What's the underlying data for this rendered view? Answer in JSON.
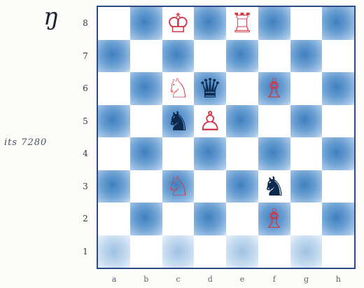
{
  "corner_mark": "ŋ",
  "side_note": "its 7280",
  "rank_labels": [
    "8",
    "7",
    "6",
    "5",
    "4",
    "3",
    "2",
    "1"
  ],
  "file_labels": [
    "a",
    "b",
    "c",
    "d",
    "e",
    "f",
    "g",
    "h"
  ],
  "pieces": [
    {
      "square": "c8",
      "color": "white",
      "piece": "king",
      "glyph": "♔"
    },
    {
      "square": "e8",
      "color": "white",
      "piece": "rook",
      "glyph": "♖"
    },
    {
      "square": "c6",
      "color": "white",
      "piece": "knight",
      "glyph": "♘"
    },
    {
      "square": "d6",
      "color": "black",
      "piece": "queen",
      "glyph": "♛"
    },
    {
      "square": "f6",
      "color": "white",
      "piece": "bishop",
      "glyph": "♗"
    },
    {
      "square": "c5",
      "color": "black",
      "piece": "knight",
      "glyph": "♞"
    },
    {
      "square": "d5",
      "color": "white",
      "piece": "pawn",
      "glyph": "♙"
    },
    {
      "square": "c3",
      "color": "white",
      "piece": "knight",
      "glyph": "♘"
    },
    {
      "square": "f3",
      "color": "black",
      "piece": "knight",
      "glyph": "♞"
    },
    {
      "square": "f2",
      "color": "white",
      "piece": "bishop",
      "glyph": "♗"
    }
  ],
  "colors": {
    "white_pieces": "#d23a4a",
    "black_pieces": "#0d2a4e",
    "dark_squares": "#3f7fbf",
    "board_border": "#2b4a86"
  }
}
